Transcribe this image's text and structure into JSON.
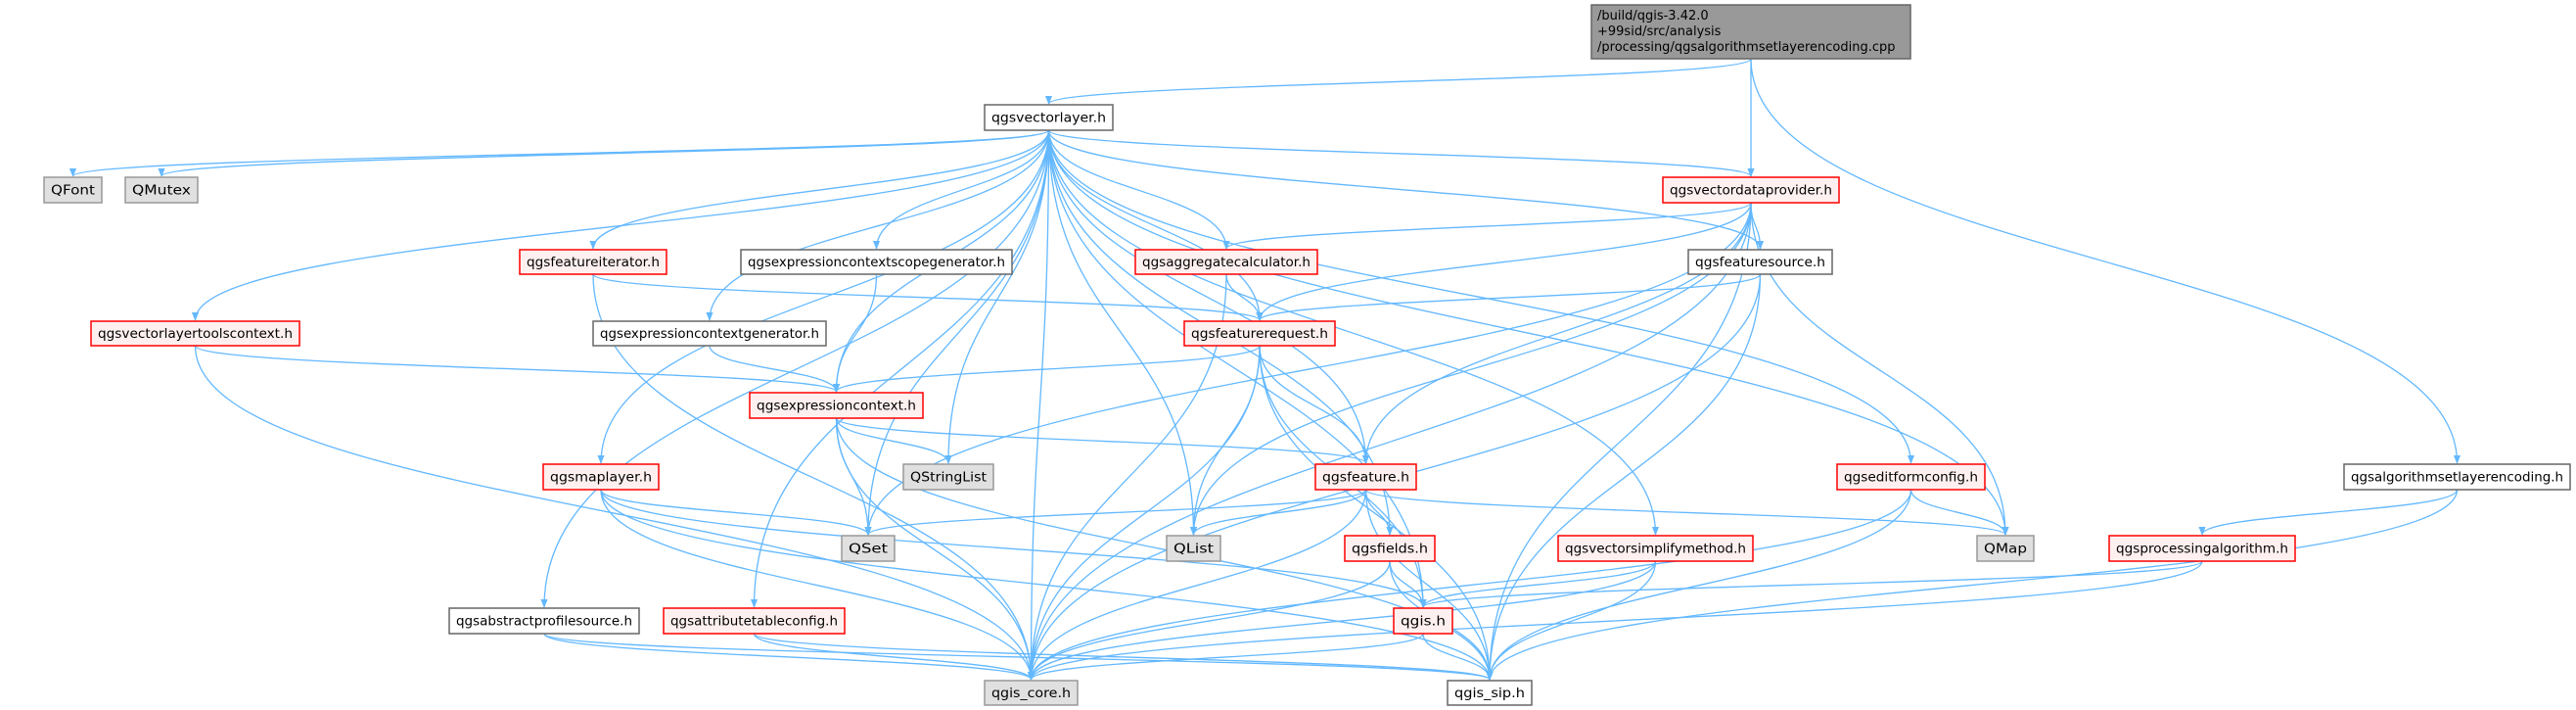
{
  "graph": {
    "colors": {
      "edge": "#63b8ff",
      "root_fill": "#999999",
      "red_border": "#ff0000",
      "grey_fill": "#e0e0e0"
    },
    "nodes": [
      {
        "id": "root",
        "lines": [
          "/build/qgis-3.42.0",
          "+99sid/src/analysis",
          "/processing/qgsalgorithmsetlayerencoding.cpp"
        ],
        "style": "root"
      },
      {
        "id": "qgsvectorlayer",
        "label": "qgsvectorlayer.h",
        "style": "normal"
      },
      {
        "id": "QFont",
        "label": "QFont",
        "style": "grey"
      },
      {
        "id": "QMutex",
        "label": "QMutex",
        "style": "grey"
      },
      {
        "id": "qgsvectordataprovider",
        "label": "qgsvectordataprovider.h",
        "style": "red"
      },
      {
        "id": "qgsfeatureiterator",
        "label": "qgsfeatureiterator.h",
        "style": "red"
      },
      {
        "id": "qgsexpressioncontextscopegenerator",
        "label": "qgsexpressioncontextscopegenerator.h",
        "style": "normal"
      },
      {
        "id": "qgsaggregatecalculator",
        "label": "qgsaggregatecalculator.h",
        "style": "red"
      },
      {
        "id": "qgsfeaturesource",
        "label": "qgsfeaturesource.h",
        "style": "normal"
      },
      {
        "id": "qgsvectorlayertoolscontext",
        "label": "qgsvectorlayertoolscontext.h",
        "style": "red"
      },
      {
        "id": "qgsexpressioncontextgenerator",
        "label": "qgsexpressioncontextgenerator.h",
        "style": "normal"
      },
      {
        "id": "qgsfeaturerequest",
        "label": "qgsfeaturerequest.h",
        "style": "red"
      },
      {
        "id": "qgsexpressioncontext",
        "label": "qgsexpressioncontext.h",
        "style": "red"
      },
      {
        "id": "qgsmaplayer",
        "label": "qgsmaplayer.h",
        "style": "red"
      },
      {
        "id": "QStringList",
        "label": "QStringList",
        "style": "grey"
      },
      {
        "id": "qgsfeature",
        "label": "qgsfeature.h",
        "style": "red"
      },
      {
        "id": "qgseditformconfig",
        "label": "qgseditformconfig.h",
        "style": "red"
      },
      {
        "id": "qgsalgorithmsetlayerencoding",
        "label": "qgsalgorithmsetlayerencoding.h",
        "style": "normal"
      },
      {
        "id": "QSet",
        "label": "QSet",
        "style": "grey"
      },
      {
        "id": "QList",
        "label": "QList",
        "style": "grey"
      },
      {
        "id": "qgsfields",
        "label": "qgsfields.h",
        "style": "red"
      },
      {
        "id": "qgsvectorsimplifymethod",
        "label": "qgsvectorsimplifymethod.h",
        "style": "red"
      },
      {
        "id": "QMap",
        "label": "QMap",
        "style": "grey"
      },
      {
        "id": "qgsprocessingalgorithm",
        "label": "qgsprocessingalgorithm.h",
        "style": "red"
      },
      {
        "id": "qgsabstractprofilesource",
        "label": "qgsabstractprofilesource.h",
        "style": "normal"
      },
      {
        "id": "qgsattributetableconfig",
        "label": "qgsattributetableconfig.h",
        "style": "red"
      },
      {
        "id": "qgis",
        "label": "qgis.h",
        "style": "red"
      },
      {
        "id": "qgis_core",
        "label": "qgis_core.h",
        "style": "grey"
      },
      {
        "id": "qgis_sip",
        "label": "qgis_sip.h",
        "style": "normal"
      }
    ],
    "edges": [
      [
        "root",
        "qgsvectorlayer"
      ],
      [
        "root",
        "qgsvectordataprovider"
      ],
      [
        "root",
        "qgsalgorithmsetlayerencoding"
      ],
      [
        "qgsvectorlayer",
        "QFont"
      ],
      [
        "qgsvectorlayer",
        "QMutex"
      ],
      [
        "qgsvectorlayer",
        "qgsfeatureiterator"
      ],
      [
        "qgsvectorlayer",
        "qgsexpressioncontextscopegenerator"
      ],
      [
        "qgsvectorlayer",
        "qgsaggregatecalculator"
      ],
      [
        "qgsvectorlayer",
        "qgsvectorlayertoolscontext"
      ],
      [
        "qgsvectorlayer",
        "qgsexpressioncontextgenerator"
      ],
      [
        "qgsvectorlayer",
        "qgsfeaturerequest"
      ],
      [
        "qgsvectorlayer",
        "qgsvectordataprovider"
      ],
      [
        "qgsvectorlayer",
        "qgsfeaturesource"
      ],
      [
        "qgsvectorlayer",
        "qgsexpressioncontext"
      ],
      [
        "qgsvectorlayer",
        "qgsmaplayer"
      ],
      [
        "qgsvectorlayer",
        "QStringList"
      ],
      [
        "qgsvectorlayer",
        "QSet"
      ],
      [
        "qgsvectorlayer",
        "QList"
      ],
      [
        "qgsvectorlayer",
        "qgsabstractprofilesource"
      ],
      [
        "qgsvectorlayer",
        "qgsattributetableconfig"
      ],
      [
        "qgsvectorlayer",
        "qgis_core"
      ],
      [
        "qgsvectorlayer",
        "qgsfeature"
      ],
      [
        "qgsvectorlayer",
        "qgseditformconfig"
      ],
      [
        "qgsvectorlayer",
        "qgsfields"
      ],
      [
        "qgsvectorlayer",
        "qgsvectorsimplifymethod"
      ],
      [
        "qgsvectorlayer",
        "QMap"
      ],
      [
        "qgsvectorlayer",
        "qgis"
      ],
      [
        "qgsvectordataprovider",
        "qgsaggregatecalculator"
      ],
      [
        "qgsvectordataprovider",
        "qgsfeaturerequest"
      ],
      [
        "qgsvectordataprovider",
        "qgsfeaturesource"
      ],
      [
        "qgsvectordataprovider",
        "qgsfeature"
      ],
      [
        "qgsvectordataprovider",
        "QSet"
      ],
      [
        "qgsvectordataprovider",
        "QList"
      ],
      [
        "qgsvectordataprovider",
        "QMap"
      ],
      [
        "qgsvectordataprovider",
        "qgis_core"
      ],
      [
        "qgsvectordataprovider",
        "qgis_sip"
      ],
      [
        "qgsfeatureiterator",
        "qgsfeaturerequest"
      ],
      [
        "qgsfeatureiterator",
        "qgis_core"
      ],
      [
        "qgsexpressioncontextscopegenerator",
        "qgsexpressioncontext"
      ],
      [
        "qgsaggregatecalculator",
        "qgsfeaturerequest"
      ],
      [
        "qgsaggregatecalculator",
        "qgis_core"
      ],
      [
        "qgsvectorlayertoolscontext",
        "qgsexpressioncontext"
      ],
      [
        "qgsvectorlayertoolscontext",
        "qgis_core"
      ],
      [
        "qgsexpressioncontextgenerator",
        "qgsexpressioncontext"
      ],
      [
        "qgsfeaturerequest",
        "qgsexpressioncontext"
      ],
      [
        "qgsfeaturerequest",
        "qgsfeature"
      ],
      [
        "qgsfeaturerequest",
        "QList"
      ],
      [
        "qgsfeaturerequest",
        "qgis"
      ],
      [
        "qgsfeaturerequest",
        "qgis_core"
      ],
      [
        "qgsfeaturerequest",
        "qgis_sip"
      ],
      [
        "qgsfeaturesource",
        "qgsfeaturerequest"
      ],
      [
        "qgsfeaturesource",
        "qgis_core"
      ],
      [
        "qgsfeaturesource",
        "qgis_sip"
      ],
      [
        "qgsexpressioncontext",
        "QStringList"
      ],
      [
        "qgsexpressioncontext",
        "QSet"
      ],
      [
        "qgsexpressioncontext",
        "qgsfeature"
      ],
      [
        "qgsexpressioncontext",
        "qgis_core"
      ],
      [
        "qgsexpressioncontext",
        "qgis_sip"
      ],
      [
        "qgsmaplayer",
        "QSet"
      ],
      [
        "qgsmaplayer",
        "qgis"
      ],
      [
        "qgsmaplayer",
        "qgis_core"
      ],
      [
        "qgsmaplayer",
        "qgis_sip"
      ],
      [
        "qgsfeature",
        "QSet"
      ],
      [
        "qgsfeature",
        "QList"
      ],
      [
        "qgsfeature",
        "qgsfields"
      ],
      [
        "qgsfeature",
        "QMap"
      ],
      [
        "qgsfeature",
        "qgis_core"
      ],
      [
        "qgsfeature",
        "qgis_sip"
      ],
      [
        "qgseditformconfig",
        "QMap"
      ],
      [
        "qgseditformconfig",
        "qgis_core"
      ],
      [
        "qgseditformconfig",
        "qgis_sip"
      ],
      [
        "qgsalgorithmsetlayerencoding",
        "qgsprocessingalgorithm"
      ],
      [
        "qgsalgorithmsetlayerencoding",
        "qgis_sip"
      ],
      [
        "qgsfields",
        "qgis"
      ],
      [
        "qgsfields",
        "qgis_core"
      ],
      [
        "qgsfields",
        "qgis_sip"
      ],
      [
        "qgsvectorsimplifymethod",
        "qgis"
      ],
      [
        "qgsvectorsimplifymethod",
        "qgis_core"
      ],
      [
        "qgsvectorsimplifymethod",
        "qgis_sip"
      ],
      [
        "qgsprocessingalgorithm",
        "qgis"
      ],
      [
        "qgsprocessingalgorithm",
        "qgis_core"
      ],
      [
        "qgsabstractprofilesource",
        "qgis_core"
      ],
      [
        "qgsabstractprofilesource",
        "qgis_sip"
      ],
      [
        "qgsattributetableconfig",
        "qgis_core"
      ],
      [
        "qgsattributetableconfig",
        "qgis_sip"
      ],
      [
        "qgis",
        "qgis_core"
      ],
      [
        "qgis",
        "qgis_sip"
      ]
    ]
  }
}
